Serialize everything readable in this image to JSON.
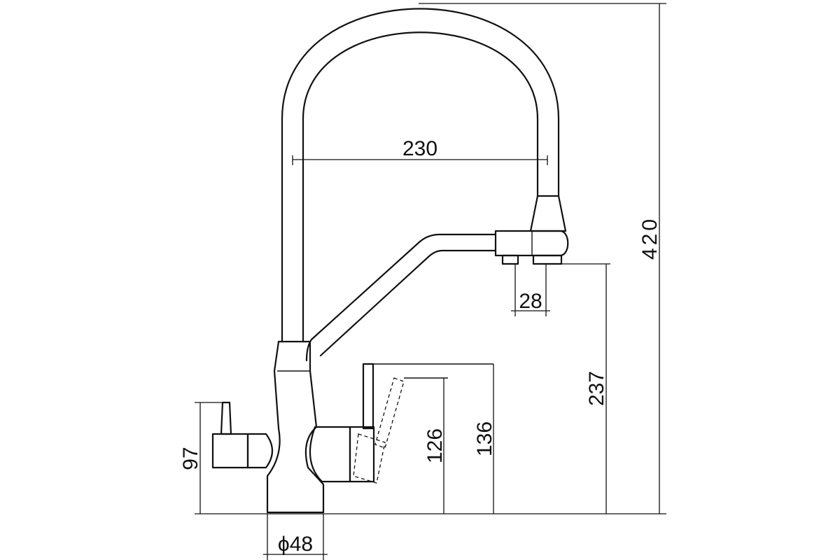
{
  "dimensions": {
    "height_total": "420",
    "spout_reach": "230",
    "spout_outlet_width": "28",
    "outlet_height": "237",
    "filter_lever_height_1": "136",
    "filter_lever_height_2": "126",
    "mixer_lever_height": "97",
    "base_diameter": "ϕ48"
  },
  "colors": {
    "line": "#111111",
    "background": "#ffffff"
  }
}
